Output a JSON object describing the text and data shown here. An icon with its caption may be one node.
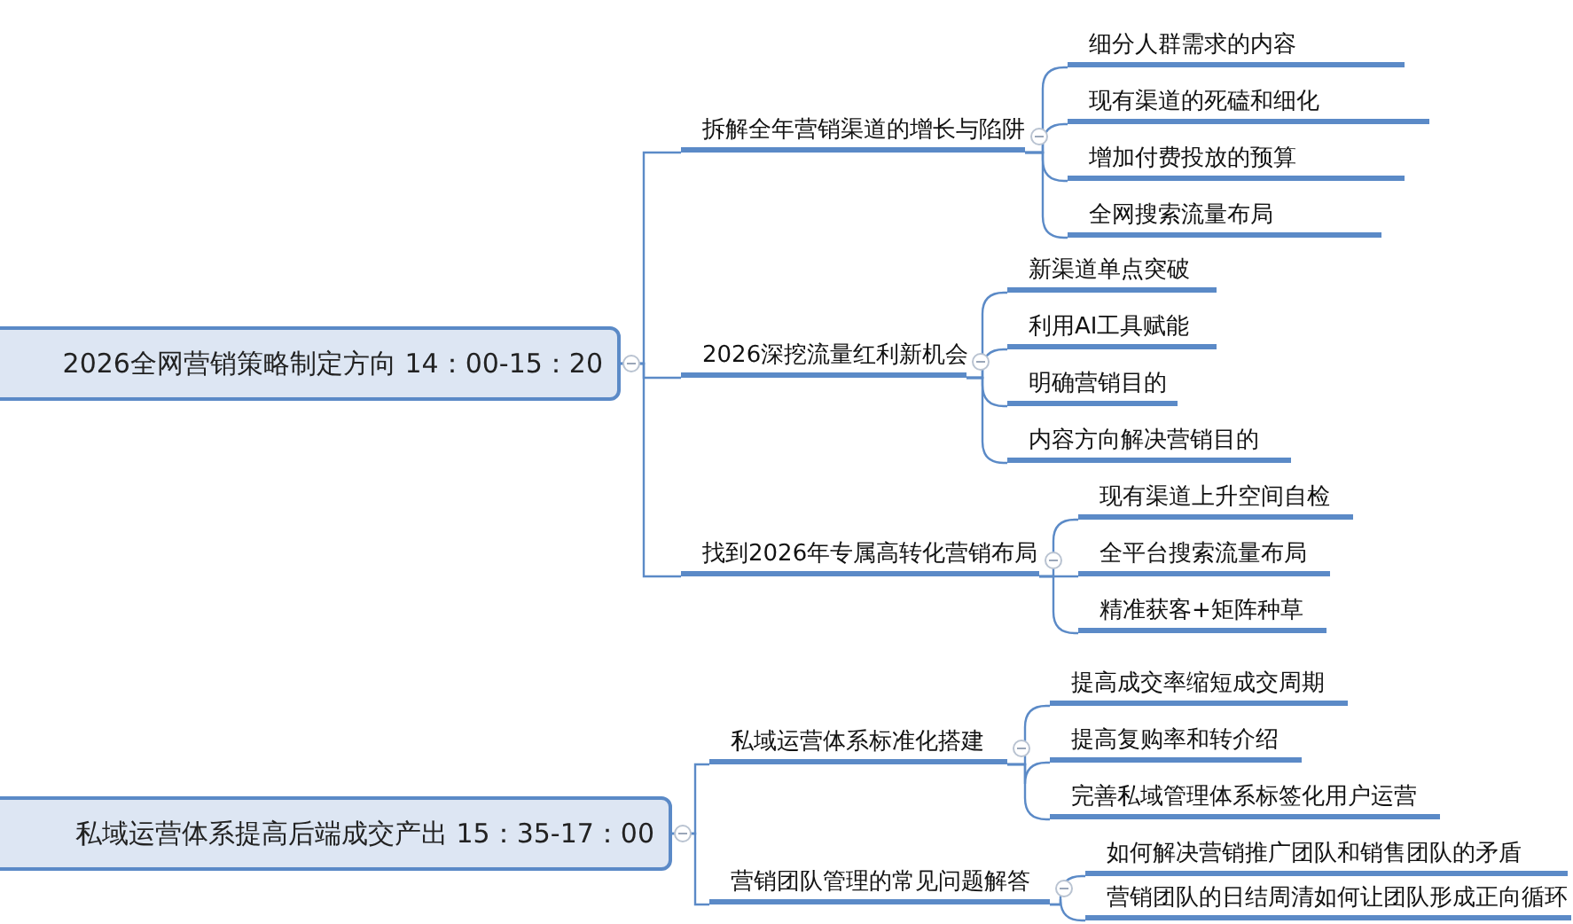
{
  "diagram": {
    "nodes": [
      {
        "text": [
          "2026全网营销策略制定方向 14：00-15：20"
        ]
      },
      {
        "text": [
          "拆解全年营销渠道的增长与陷阱"
        ]
      },
      {
        "text": [
          "细分人群需求的内容"
        ]
      },
      {
        "text": [
          "现有渠道的死磕和细化"
        ]
      },
      {
        "text": [
          "增加付费投放的预算"
        ]
      },
      {
        "text": [
          "全网搜索流量布局"
        ]
      },
      {
        "text": [
          "2026深挖流量红利新机会"
        ]
      },
      {
        "text": [
          "新渠道单点突破"
        ]
      },
      {
        "text": [
          "利用AI工具赋能"
        ]
      },
      {
        "text": [
          "明确营销目的"
        ]
      },
      {
        "text": [
          "内容方向解决营销目的"
        ]
      },
      {
        "text": [
          "找到2026年专属高转化营销布局"
        ]
      },
      {
        "text": [
          "现有渠道上升空间自检"
        ]
      },
      {
        "text": [
          "全平台搜索流量布局"
        ]
      },
      {
        "text": [
          "精准获客+矩阵种草"
        ]
      },
      {
        "text": [
          "私域运营体系提高后端成交产出 15：35-17：00"
        ]
      },
      {
        "text": [
          "私域运营体系标准化搭建"
        ]
      },
      {
        "text": [
          "提高成交率缩短成交周期"
        ]
      },
      {
        "text": [
          "提高复购率和转介绍"
        ]
      },
      {
        "text": [
          "完善私域管理体系标签化用户运营"
        ]
      },
      {
        "text": [
          "营销团队管理的常见问题解答"
        ]
      },
      {
        "text": [
          "如何解决营销推广团队和销售团队的矛盾"
        ]
      },
      {
        "text": [
          "营销团队的日结周清如何让团队形成正向循环"
        ]
      }
    ],
    "edges": [
      {
        "from": 0,
        "to": 1,
        "arrow": "none"
      },
      {
        "from": 0,
        "to": 6,
        "arrow": "none"
      },
      {
        "from": 0,
        "to": 11,
        "arrow": "none"
      },
      {
        "from": 1,
        "to": 2,
        "arrow": "none"
      },
      {
        "from": 1,
        "to": 3,
        "arrow": "none"
      },
      {
        "from": 1,
        "to": 4,
        "arrow": "none"
      },
      {
        "from": 1,
        "to": 5,
        "arrow": "none"
      },
      {
        "from": 6,
        "to": 7,
        "arrow": "none"
      },
      {
        "from": 6,
        "to": 8,
        "arrow": "none"
      },
      {
        "from": 6,
        "to": 9,
        "arrow": "none"
      },
      {
        "from": 6,
        "to": 10,
        "arrow": "none"
      },
      {
        "from": 11,
        "to": 12,
        "arrow": "none"
      },
      {
        "from": 11,
        "to": 13,
        "arrow": "none"
      },
      {
        "from": 11,
        "to": 14,
        "arrow": "none"
      },
      {
        "from": 15,
        "to": 16,
        "arrow": "none"
      },
      {
        "from": 15,
        "to": 20,
        "arrow": "none"
      },
      {
        "from": 16,
        "to": 17,
        "arrow": "none"
      },
      {
        "from": 16,
        "to": 18,
        "arrow": "none"
      },
      {
        "from": 16,
        "to": 19,
        "arrow": "none"
      },
      {
        "from": 20,
        "to": 21,
        "arrow": "none"
      },
      {
        "from": 20,
        "to": 22,
        "arrow": "none"
      }
    ]
  }
}
